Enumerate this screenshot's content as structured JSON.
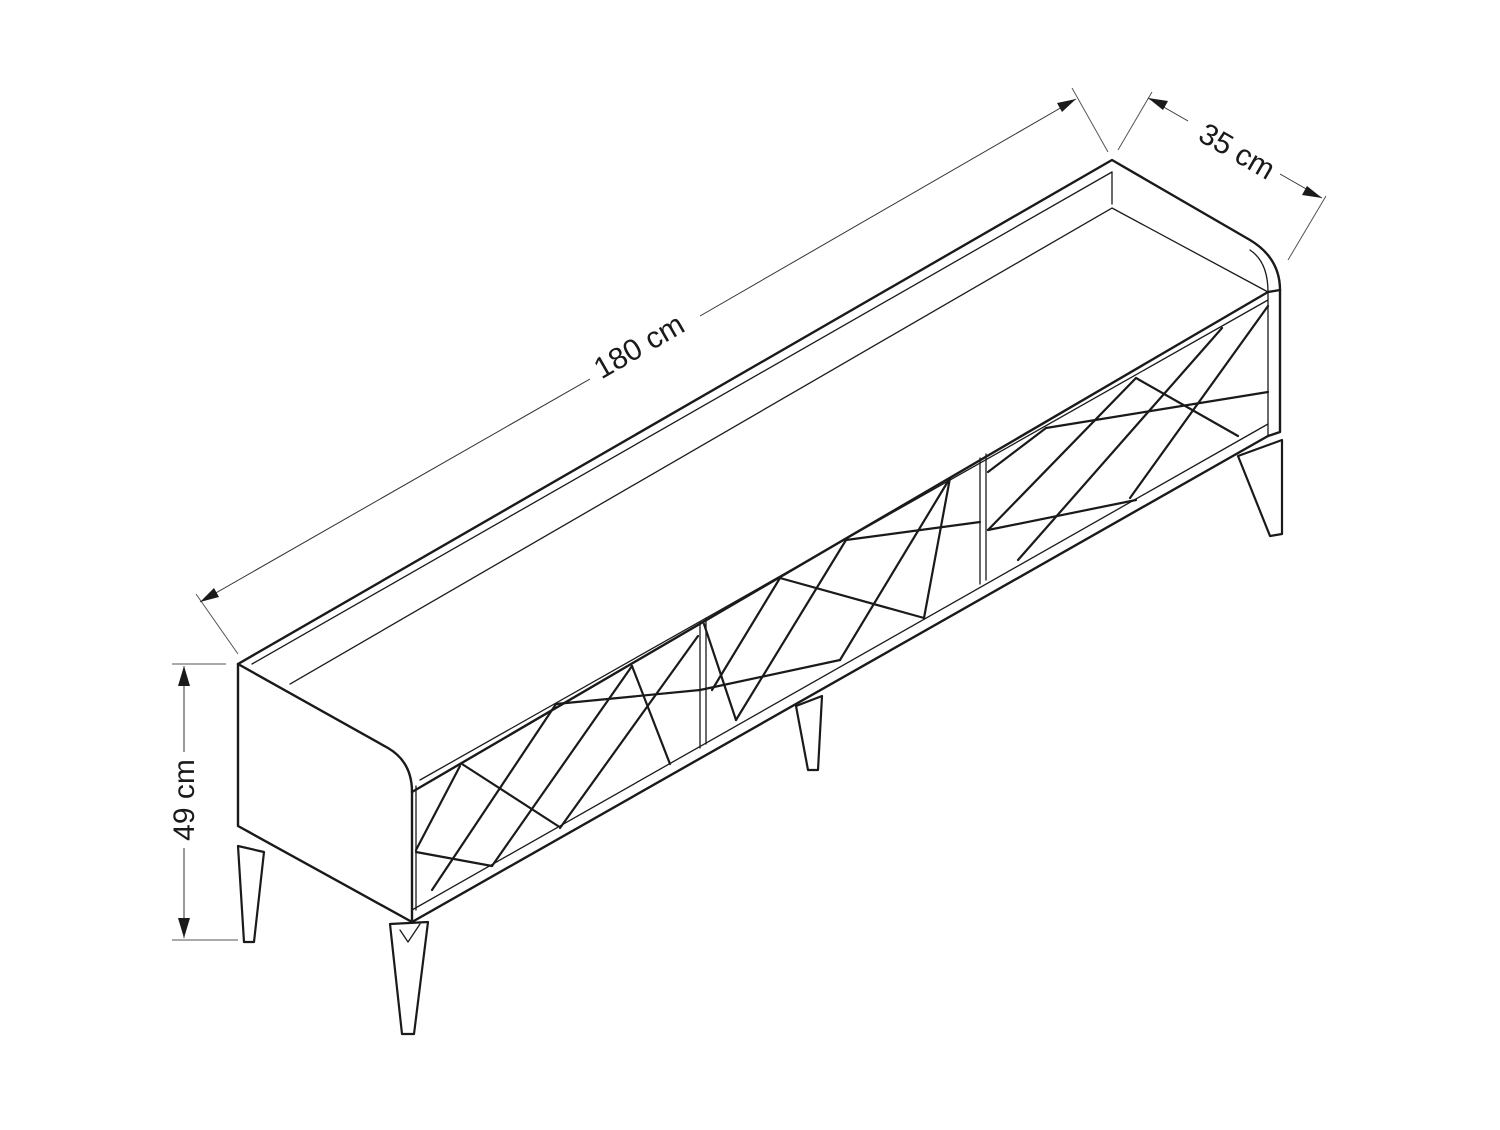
{
  "dimensions": {
    "width": "180 cm",
    "depth": "35 cm",
    "height": "49 cm"
  }
}
